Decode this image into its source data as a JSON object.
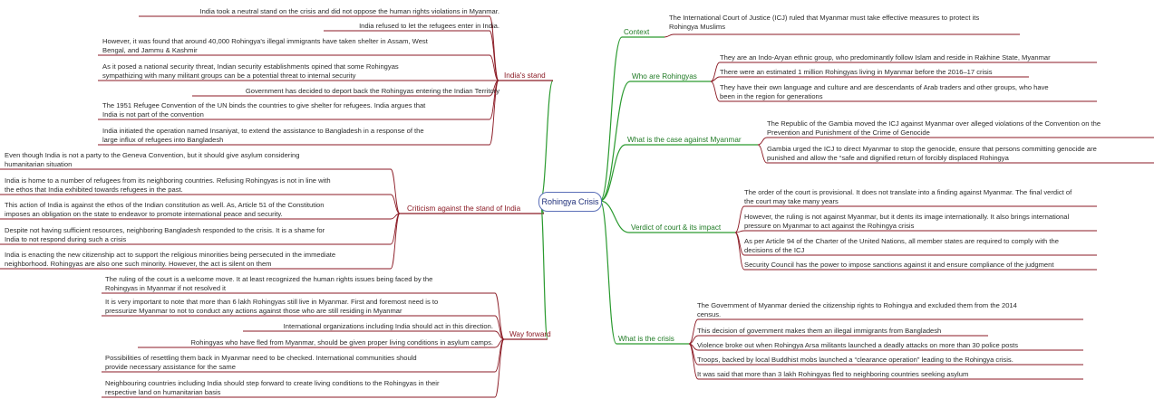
{
  "central": "Rohingya Crisis",
  "colors": {
    "left": "#8b1a24",
    "right": "#2a9a2f",
    "central_border": "#5b6fb8"
  },
  "right_branches": [
    {
      "label": "Context",
      "items": [
        "The International Court of Justice (ICJ) ruled that Myanmar must take effective measures to protect its",
        "Rohingya Muslims"
      ]
    },
    {
      "label": "Who are Rohingyas",
      "items": [
        "They are an Indo-Aryan ethnic group, who predominantly follow Islam and reside in Rakhine State, Myanmar",
        "There were an estimated 1 million Rohingyas living in Myanmar before the 2016–17 crisis",
        "They have their own language and culture and are descendants of Arab traders and other groups, who have",
        "been in the region for generations"
      ]
    },
    {
      "label": "What is the case against Myanmar",
      "items": [
        "The Republic of the Gambia moved the ICJ against Myanmar over alleged violations of the Convention on the",
        "Prevention and Punishment of the Crime of Genocide",
        "Gambia urged the ICJ to direct Myanmar to stop the genocide, ensure that persons committing genocide are",
        "punished and allow the “safe and dignified return of forcibly displaced Rohingya"
      ]
    },
    {
      "label": "Verdict of court & its impact",
      "items": [
        "The order of the court is provisional. It does not translate into a finding against Myanmar. The final verdict of",
        "the court may take many years",
        "However, the ruling is not against Myanmar, but it dents its image internationally. It also brings international",
        "pressure on Myanmar to act against the Rohingya crisis",
        "As per Article 94 of the Charter of the United Nations, all member states are required to comply with the",
        "decisions of the ICJ",
        "Security Council has the power to impose sanctions against it and ensure compliance of the judgment"
      ]
    },
    {
      "label": "What is the crisis",
      "items": [
        "The Government of Myanmar denied the citizenship rights to Rohingya and excluded them from the 2014",
        "census.",
        "This decision of government makes them an illegal immigrants from Bangladesh",
        "Violence broke out when Rohingya Arsa militants launched a deadly attacks on more than 30 police posts",
        "Troops, backed by local Buddhist mobs launched a “clearance operation” leading to the Rohingya crisis.",
        "It was said that more than 3 lakh Rohingyas fled to neighboring countries seeking asylum"
      ]
    }
  ],
  "left_branches": [
    {
      "label": "India's stand",
      "items": [
        "India took a neutral stand on the crisis and did not oppose the human rights violations in Myanmar.",
        "India refused to let the refugees enter in India.",
        "However, it was found that around 40,000 Rohingya's illegal immigrants have taken shelter in Assam, West",
        "Bengal, and Jammu & Kashmir",
        "As it posed a national security threat, Indian security establishments opined that some Rohingyas",
        "sympathizing with many militant groups can be a potential threat to internal security",
        "Government has decided to deport back the Rohingyas entering the Indian Territory",
        "The 1951 Refugee Convention of the UN binds the countries to give shelter for refugees. India argues that",
        "India is not part of the convention",
        "India initiated the operation named Insaniyat, to extend the assistance to Bangladesh in a response of the",
        "large influx of refugees into Bangladesh"
      ]
    },
    {
      "label": "Criticism against the stand of India",
      "items": [
        "Even though India is not a party to the Geneva Convention, but it should give asylum considering",
        "humanitarian situation",
        "India is home to a number of refugees from its neighboring countries. Refusing Rohingyas is not in line with",
        "the ethos that India exhibited towards refugees in the past.",
        "This action of India is against the ethos of the Indian constitution as well. As, Article 51 of the Constitution",
        "imposes an obligation on the state to endeavor to promote international peace and security.",
        "Despite not having sufficient resources, neighboring Bangladesh responded to the crisis. It is a shame for",
        "India to not respond during such a crisis",
        "India is enacting the new citizenship act to support the religious minorities being persecuted in the immediate",
        "neighborhood. Rohingyas are also one such minority. However, the act is silent on them"
      ]
    },
    {
      "label": "Way forward",
      "items": [
        "The ruling of the court is a welcome move. It at least recognized the human rights issues being faced by the",
        "Rohingyas in Myanmar if not resolved it",
        "It is very important to note that more than 6 lakh Rohingyas still live in Myanmar. First and foremost need is to",
        "pressurize Myanmar to not to conduct any actions against those who are still residing in Myanmar",
        "International organizations including India should act in this direction.",
        "Rohingyas who have fled from Myanmar, should be given proper living conditions in asylum camps.",
        "Possibilities of resettling them back in Myanmar need to be checked. International communities should",
        "provide necessary assistance for the same",
        "Neighbouring countries including India should step forward to create living conditions to the Rohingyas in their",
        "respective land on humanitarian basis"
      ]
    }
  ]
}
